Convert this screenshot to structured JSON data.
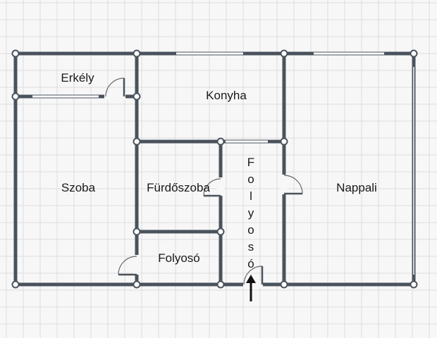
{
  "plan": {
    "rooms": {
      "balcony": "Erkély",
      "kitchen": "Konyha",
      "bedroom": "Szoba",
      "bathroom": "Fürdőszoba",
      "hallway_small": "Folyosó",
      "corridor": "Folyosó",
      "living_room": "Nappali"
    },
    "colors": {
      "background": "#f7f7f7",
      "grid": "#dcdcdc",
      "wall": "#4a535c",
      "entrance_arrow": "#111111"
    },
    "icons": [
      "door-swing-icon",
      "entrance-arrow-icon"
    ]
  }
}
